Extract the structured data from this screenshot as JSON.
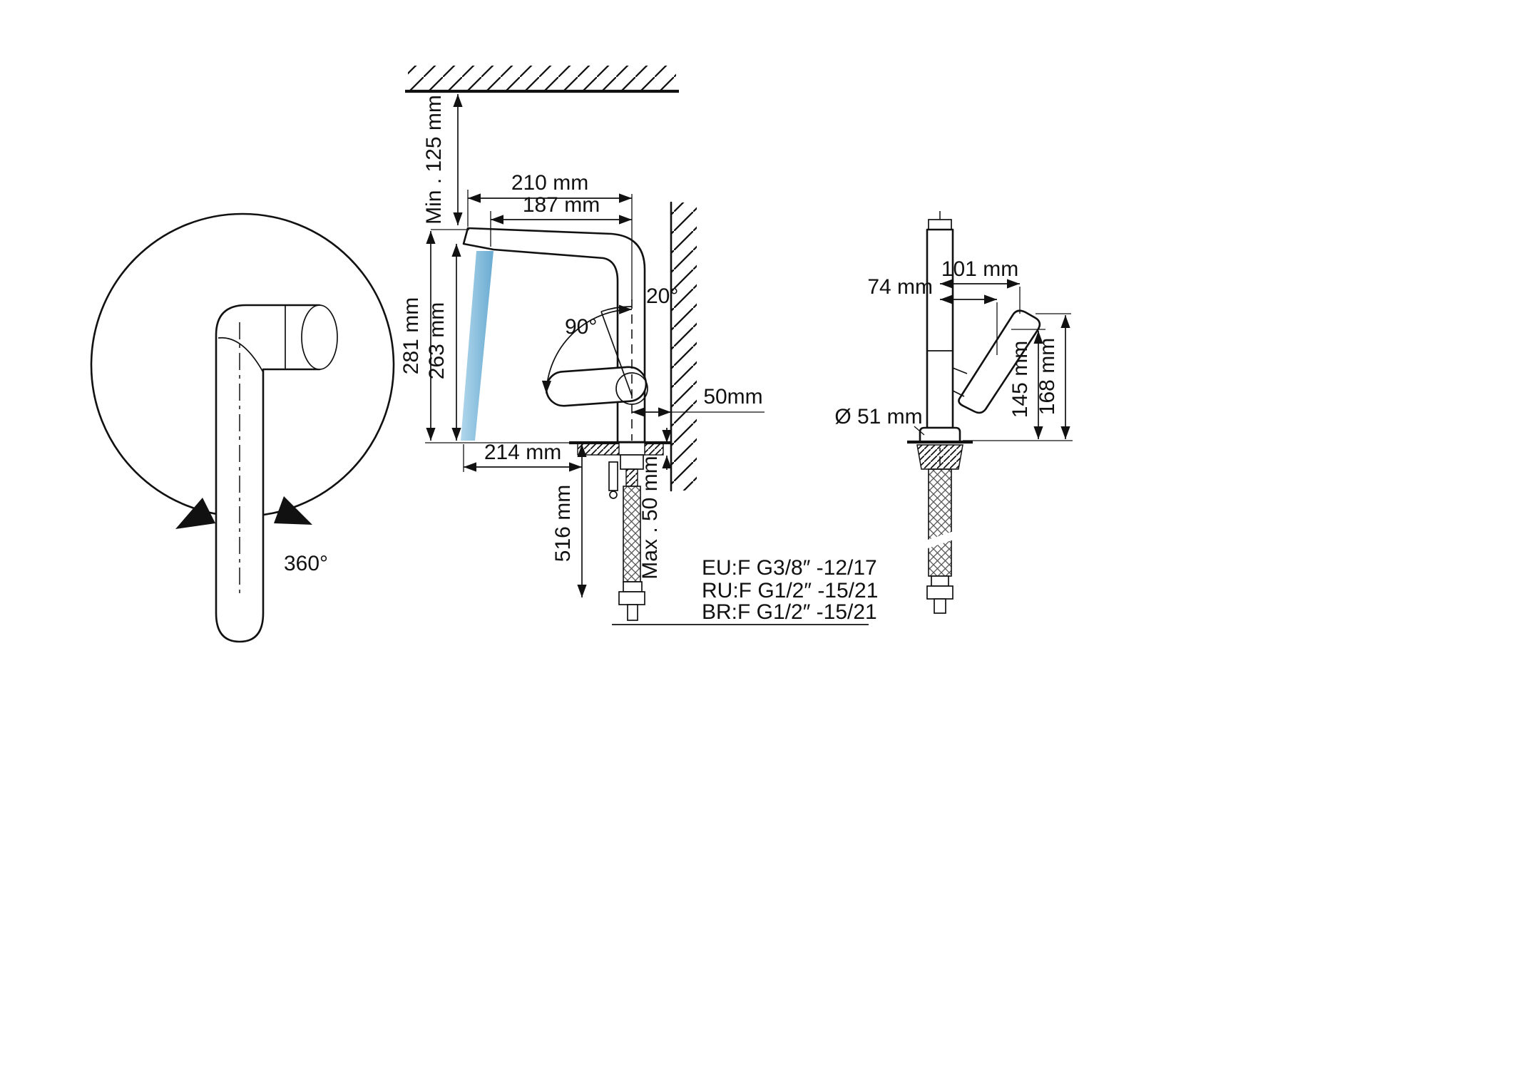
{
  "drawing": {
    "background": "#ffffff",
    "line_color": "#111111",
    "water_color_light": "#a3d0e9",
    "water_color_dark": "#4f9cc9"
  },
  "top_view": {
    "swivel_angle": "360°"
  },
  "side_view": {
    "min_ceiling_clearance": "Min . 125 mm",
    "spout_reach_total": "210 mm",
    "spout_reach": "187 mm",
    "spout_height_total": "281 mm",
    "spout_height": "263 mm",
    "handle_lift_angle": "90°",
    "handle_tilt_angle": "20°",
    "wall_clearance": "50mm",
    "base_to_spout_tip": "214 mm",
    "hose_length": "516 mm",
    "max_deck_thickness": "Max . 50 mm",
    "connection_specs": [
      "EU:F G3/8″  -12/17",
      "RU:F G1/2″  -15/21",
      "BR:F G1/2″  -15/21"
    ]
  },
  "front_view": {
    "handle_reach_total": "101 mm",
    "handle_reach": "74 mm",
    "handle_height": "145 mm",
    "total_height_above_deck": "168 mm",
    "base_diameter": "Ø 51 mm"
  }
}
